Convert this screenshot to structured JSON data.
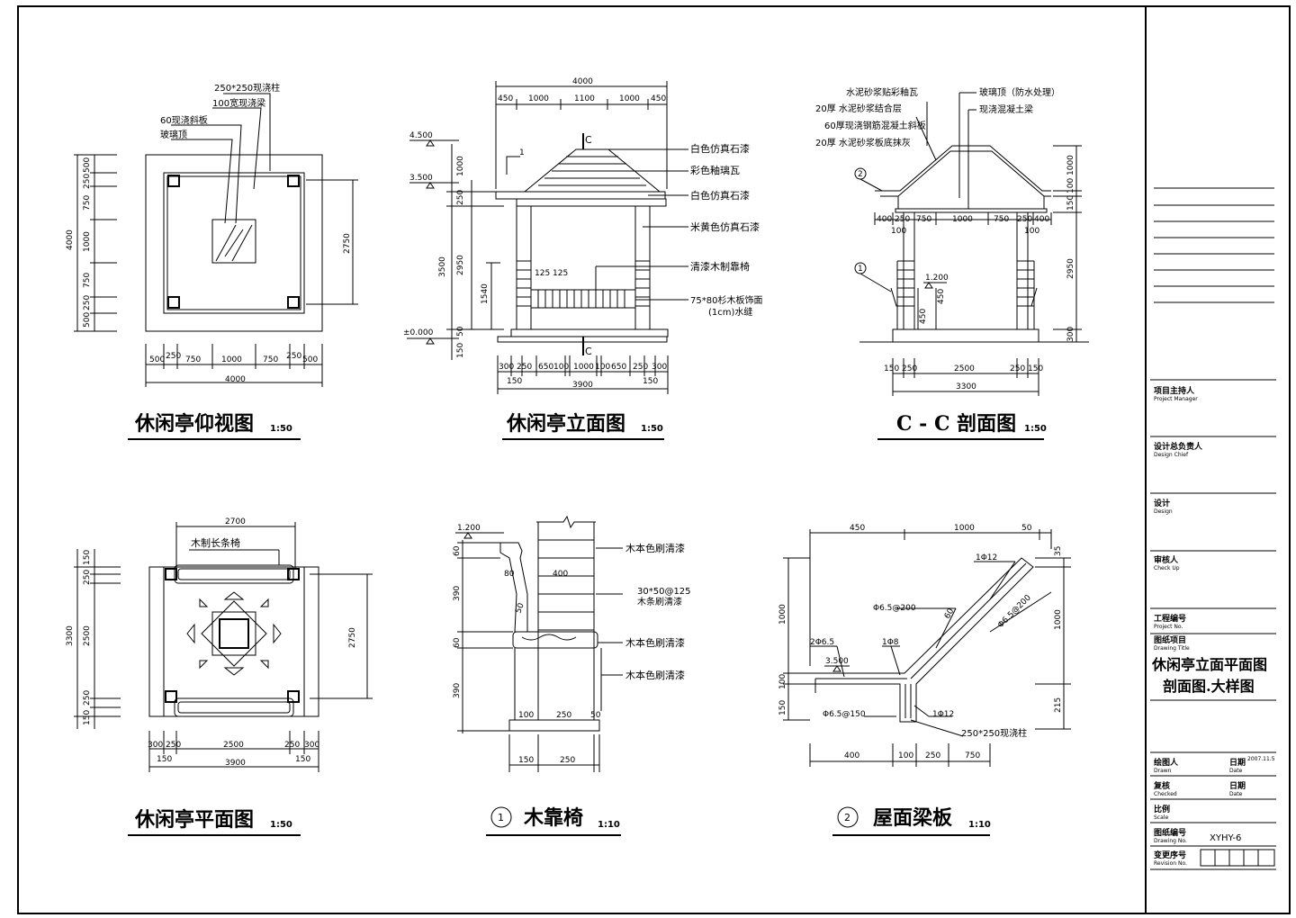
{
  "views": {
    "ceiling": {
      "title": "休闲亭仰视图",
      "scale": "1:50",
      "labels": [
        "250*250现浇柱",
        "100宽现浇梁",
        "60现浇斜板",
        "玻璃顶"
      ],
      "dims_top": [
        "500",
        "250",
        "750",
        "1000",
        "750",
        "250",
        "500"
      ],
      "dims_total": "4000",
      "dims_left": [
        "500",
        "250",
        "750",
        "1000",
        "750",
        "250",
        "500"
      ],
      "dim_left_total": "4000",
      "dim_right": "2750"
    },
    "elevation": {
      "title": "休闲亭立面图",
      "scale": "1:50",
      "section_mark": "C",
      "dims_top": [
        "450",
        "1000",
        "1100",
        "1000",
        "450"
      ],
      "dim_top_total": "4000",
      "levels": [
        "4.500",
        "3.500",
        "±0.000"
      ],
      "dims_left": [
        "1000",
        "250",
        "3500",
        "2950",
        "1540",
        "50",
        "150"
      ],
      "dims_bottom": [
        "300",
        "250",
        "650",
        "100",
        "1000",
        "100",
        "650",
        "250",
        "300"
      ],
      "dims_bottom2": [
        "150",
        "150"
      ],
      "dim_bottom_total": "3900",
      "slope": "1",
      "post_dims": "125 125",
      "notes": [
        "白色仿真石漆",
        "彩色釉璃瓦",
        "白色仿真石漆",
        "米黄色仿真石漆",
        "清漆木制靠椅",
        "75*80杉木板饰面",
        "(1cm)水缝"
      ]
    },
    "section": {
      "title": "C - C 剖面图",
      "scale": "1:50",
      "notes_left": [
        "水泥砂浆贴彩釉瓦",
        "20厚  水泥砂浆结合层",
        "60厚现浇钢筋混凝土斜板",
        "20厚  水泥砂浆板底抹灰"
      ],
      "notes_right": [
        "玻璃顶（防水处理）",
        "现浇混凝土梁"
      ],
      "dims_top": [
        "400",
        "250",
        "750",
        "1000",
        "750",
        "250",
        "400"
      ],
      "dims_mid": [
        "100",
        "100"
      ],
      "dims_right": [
        "1000",
        "100",
        "150",
        "2950",
        "300"
      ],
      "seat_dims": [
        "1.200",
        "450",
        "450"
      ],
      "dims_bottom": [
        "150",
        "250",
        "2500",
        "250",
        "150"
      ],
      "dim_bottom_total": "3300",
      "markers": [
        "1",
        "2"
      ]
    },
    "plan": {
      "title": "休闲亭平面图",
      "scale": "1:50",
      "bench_label": "木制长条椅",
      "dim_top": "2700",
      "dims_left": [
        "150",
        "250",
        "2500",
        "250",
        "150"
      ],
      "dim_left_total": "3300",
      "dim_right": "2750",
      "dims_bottom": [
        "300",
        "250",
        "2500",
        "250",
        "300"
      ],
      "dims_bottom2": [
        "150",
        "150"
      ],
      "dim_bottom_total": "3900"
    },
    "bench": {
      "marker": "1",
      "title": "木靠椅",
      "scale": "1:10",
      "level": "1.200",
      "notes": [
        "木本色刷清漆",
        "30*50@125",
        "木条刷清漆",
        "木本色刷清漆",
        "木本色刷清漆"
      ],
      "dims_left": [
        "60",
        "390",
        "60",
        "390"
      ],
      "dims_misc": [
        "80",
        "400",
        "50"
      ],
      "dims_bottom": [
        "100",
        "250",
        "50"
      ],
      "dims_bottom2": [
        "150",
        "250"
      ]
    },
    "roofbeam": {
      "marker": "2",
      "title": "屋面梁板",
      "scale": "1:10",
      "level": "3.500",
      "dims_top": [
        "450",
        "1000",
        "50"
      ],
      "dims_left": [
        "1000",
        "100",
        "150"
      ],
      "dims_right": [
        "35",
        "1000",
        "215"
      ],
      "rebar": [
        "Φ6.5@200",
        "Φ6.5@200",
        "Φ6.5@150",
        "1Φ12",
        "1Φ12",
        "2Φ6.5",
        "1Φ8",
        "60"
      ],
      "column": "250*250现浇柱",
      "dims_bottom": [
        "400",
        "100",
        "250",
        "750"
      ]
    }
  },
  "title_block": {
    "rows": [
      {
        "cn": "项目主持人",
        "en": "Project Manager"
      },
      {
        "cn": "设计总负责人",
        "en": "Design Chief"
      },
      {
        "cn": "设计",
        "en": "Design"
      },
      {
        "cn": "审核人",
        "en": "Check Up"
      },
      {
        "cn": "工程编号",
        "en": "Project No."
      },
      {
        "cn": "图纸项目",
        "en": "Drawing Title"
      }
    ],
    "drawing_title_1": "休闲亭立面平面图",
    "drawing_title_2": "剖面图.大样图",
    "drawn": {
      "cn": "绘图人",
      "en": "Drawn"
    },
    "date1": {
      "cn": "日期",
      "en": "Date",
      "value": "2007.11.5"
    },
    "checked": {
      "cn": "复核",
      "en": "Checked"
    },
    "date2": {
      "cn": "日期",
      "en": "Date"
    },
    "scale": {
      "cn": "比例",
      "en": "Scale"
    },
    "drawing_no": {
      "cn": "图纸编号",
      "en": "Drawing No.",
      "value": "XYHY-6"
    },
    "revision": {
      "cn": "变更序号",
      "en": "Revision No."
    }
  }
}
